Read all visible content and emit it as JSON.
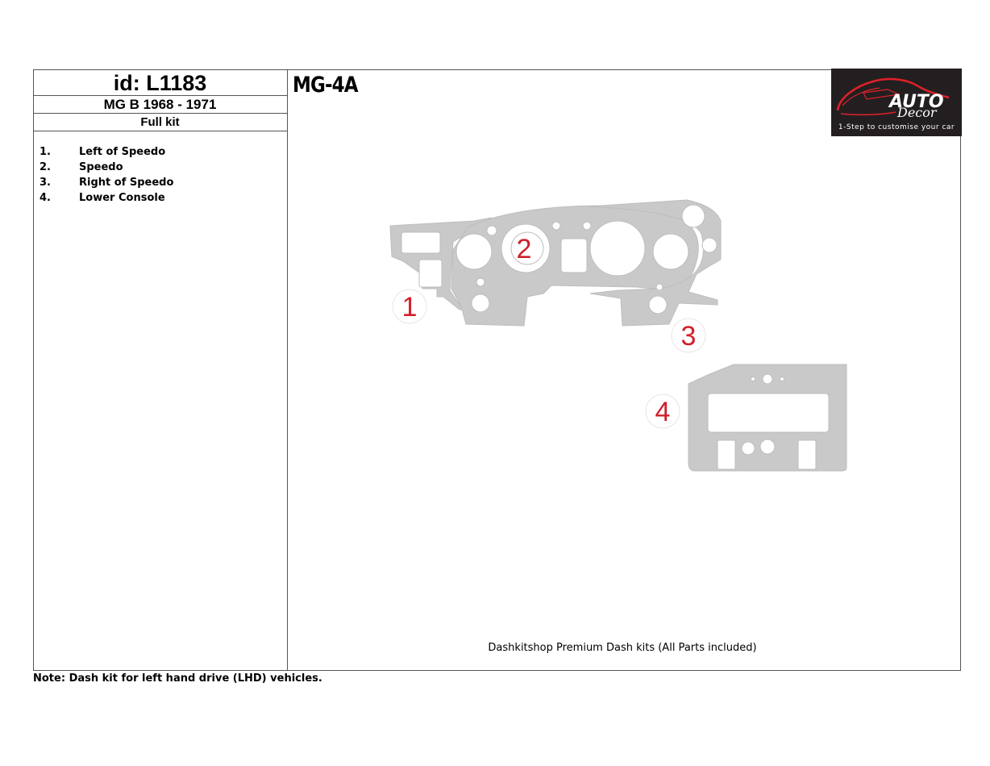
{
  "header": {
    "id_label": "id: L1183",
    "model": "MG B 1968 - 1971",
    "kit_type": "Full kit",
    "code": "MG-4A"
  },
  "parts": [
    {
      "num": "1.",
      "label": "Left of Speedo"
    },
    {
      "num": "2.",
      "label": "Speedo"
    },
    {
      "num": "3.",
      "label": "Right of Speedo"
    },
    {
      "num": "4.",
      "label": "Lower Console"
    }
  ],
  "logo": {
    "line1": "AUTO",
    "line2": "Decor",
    "tagline": "1-Step to customise your car"
  },
  "callouts": [
    "1",
    "2",
    "3",
    "4"
  ],
  "footer": "Dashkitshop Premium Dash kits (All Parts included)",
  "note": "Note: Dash kit for left hand drive (LHD)  vehicles.",
  "colors": {
    "part_fill": "#c9c9c9",
    "callout_red": "#d0202a",
    "logo_bg": "#231f20",
    "logo_red": "#e0202a"
  }
}
